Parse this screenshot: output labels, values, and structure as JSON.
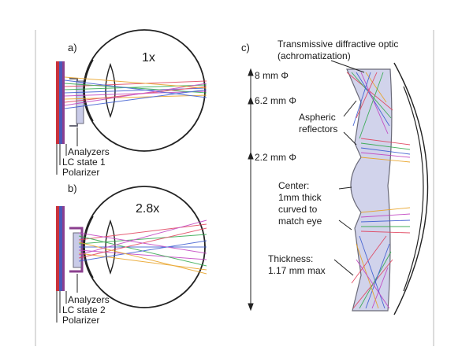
{
  "panels": {
    "a": {
      "letter": "a)",
      "magnification": "1x",
      "labels": [
        "Analyzers",
        "LC state 1",
        "Polarizer"
      ]
    },
    "b": {
      "letter": "b)",
      "magnification": "2.8x",
      "labels": [
        "Analyzers",
        "LC state 2",
        "Polarizer"
      ]
    },
    "c": {
      "letter": "c)",
      "title_line1": "Transmissive diffractive optic",
      "title_line2": "(achromatization)",
      "dimensions": [
        "8 mm Φ",
        "6.2 mm Φ",
        "2.2 mm Φ"
      ],
      "aspheric_line1": "Aspheric",
      "aspheric_line2": "reflectors",
      "center_lines": [
        "Center:",
        "1mm thick",
        "curved to",
        "match eye"
      ],
      "thickness_lines": [
        "Thickness:",
        "1.17 mm max"
      ]
    }
  },
  "colors": {
    "frame": "#b8b8b8",
    "lens_fill": "#c9cbe8",
    "lens_stroke": "#6a6a78",
    "display_red": "#c8323c",
    "display_blue": "#4a58b8",
    "display_mag": "#8b3f8f",
    "rays": [
      "#e0405a",
      "#2fa84a",
      "#3a5ad0",
      "#c040c0",
      "#e8a020"
    ]
  }
}
